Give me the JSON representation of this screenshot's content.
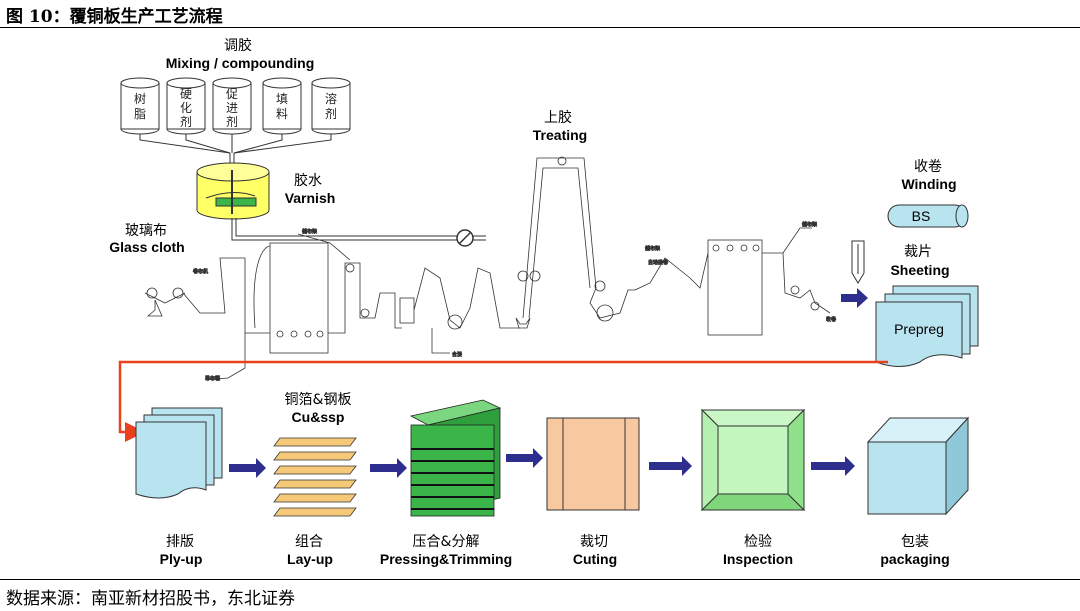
{
  "title": "图 10：覆铜板生产工艺流程",
  "source": "数据来源：南亚新材招股书，东北证券",
  "mixing": {
    "cn": "调胶",
    "en": "Mixing / compounding",
    "tanks": [
      [
        "树",
        "脂"
      ],
      [
        "硬",
        "化",
        "剂"
      ],
      [
        "促",
        "进",
        "剂"
      ],
      [
        "填",
        "料"
      ],
      [
        "溶",
        "剂"
      ]
    ]
  },
  "varnish": {
    "cn": "胶水",
    "en": "Varnish"
  },
  "glass": {
    "cn": "玻璃布",
    "en": "Glass cloth"
  },
  "treating": {
    "cn": "上胶",
    "en": "Treating"
  },
  "winding": {
    "cn": "收卷",
    "en": "Winding",
    "roll": "BS"
  },
  "sheeting": {
    "cn": "裁片",
    "en": "Sheeting",
    "sheet": "Prepreg"
  },
  "steps": [
    {
      "cn": "排版",
      "en": "Ply-up"
    },
    {
      "cn": "组合",
      "en": "Lay-up"
    },
    {
      "cn": "压合&分解",
      "en": "Pressing&Trimming"
    },
    {
      "cn": "裁切",
      "en": "Cuting"
    },
    {
      "cn": "检验",
      "en": "Inspection"
    },
    {
      "cn": "包装",
      "en": "packaging"
    }
  ],
  "cu": {
    "cn": "铜箔&钢板",
    "en": "Cu&ssp"
  },
  "colors": {
    "line": "#e8411c",
    "arrow": "#2e2e8f",
    "green": "#3bb54a",
    "yellow": "#ffff66",
    "cuting": "#f8c8a0",
    "inspect": "#b9f5b4",
    "box": "#b8e4f0",
    "foil": "#f5c978"
  }
}
